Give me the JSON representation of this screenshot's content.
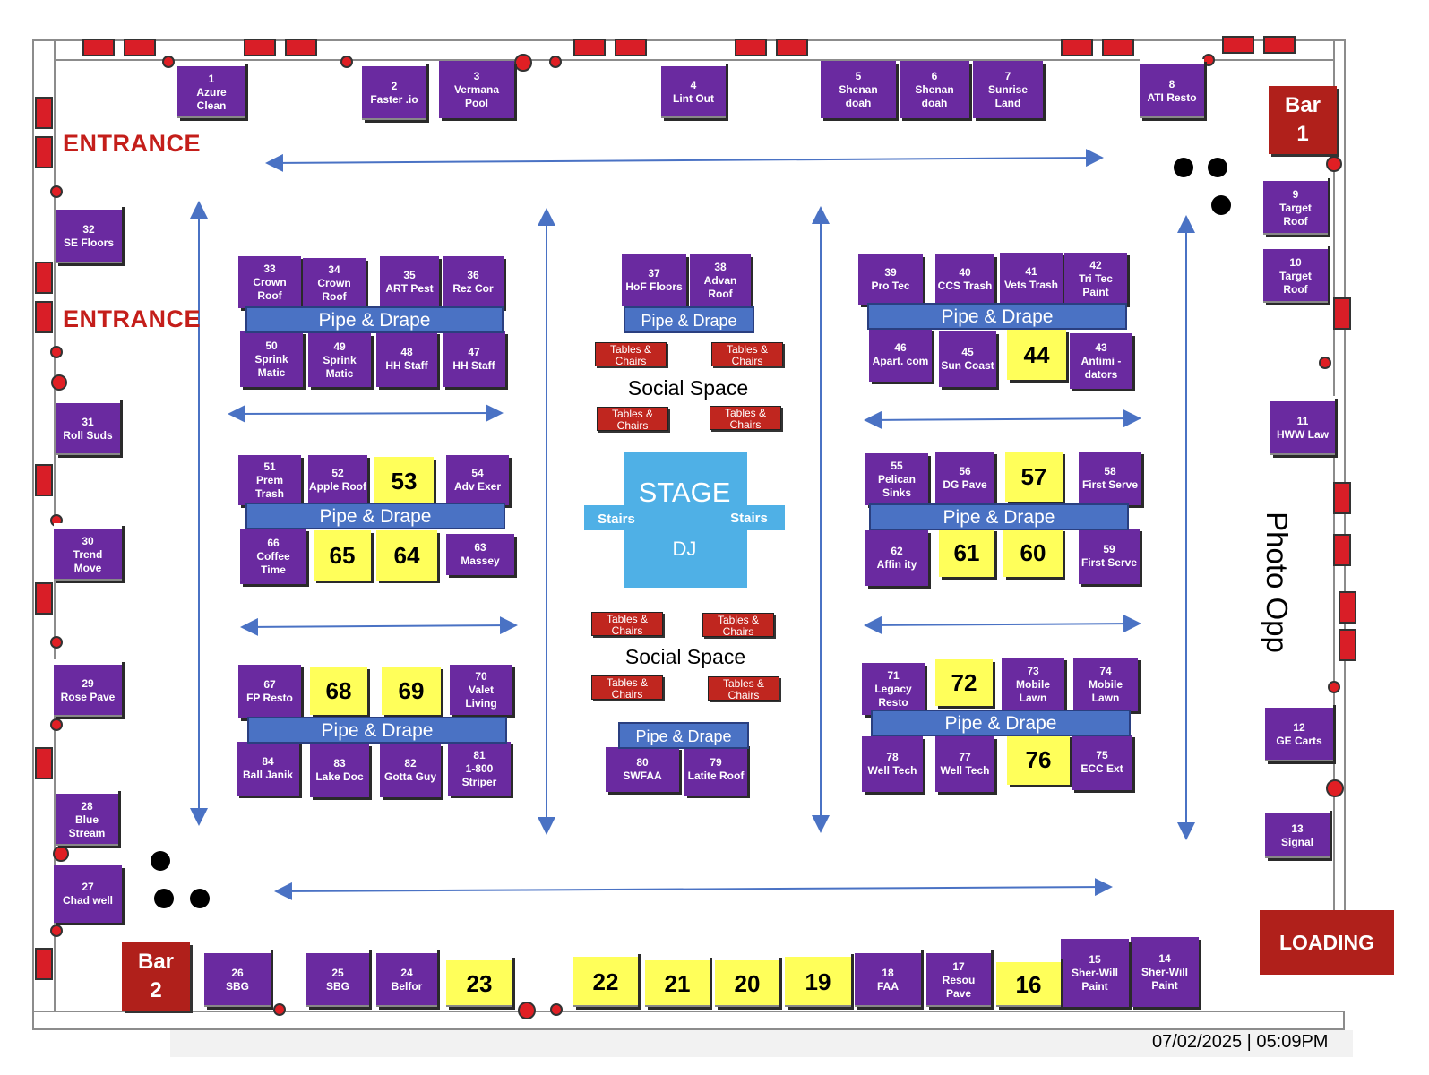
{
  "labels": {
    "entrance_1": "ENTRANCE",
    "entrance_2": "ENTRANCE",
    "bar1_line1": "Bar",
    "bar1_line2": "1",
    "bar2_line1": "Bar",
    "bar2_line2": "2",
    "loading": "LOADING",
    "photo_opp": "Photo Opp",
    "stage": "STAGE",
    "stairs_left": "Stairs",
    "stairs_right": "Stairs",
    "dj": "DJ",
    "social_space_1": "Social Space",
    "social_space_2": "Social Space",
    "tables_chairs": "Tables & Chairs",
    "pipe_drape": "Pipe & Drape",
    "timestamp": "07/02/2025 | 05:09PM"
  },
  "booths": {
    "b1": {
      "num": "1",
      "name": "Azure Clean"
    },
    "b2": {
      "num": "2",
      "name": "Faster .io"
    },
    "b3": {
      "num": "3",
      "name": "Vermana Pool"
    },
    "b4": {
      "num": "4",
      "name": "Lint Out"
    },
    "b5": {
      "num": "5",
      "name": "Shenan doah"
    },
    "b6": {
      "num": "6",
      "name": "Shenan doah"
    },
    "b7": {
      "num": "7",
      "name": "Sunrise Land"
    },
    "b8": {
      "num": "8",
      "name": "ATI Resto"
    },
    "b9": {
      "num": "9",
      "name": "Target Roof"
    },
    "b10": {
      "num": "10",
      "name": "Target Roof"
    },
    "b11": {
      "num": "11",
      "name": "HWW Law"
    },
    "b12": {
      "num": "12",
      "name": "GE Carts"
    },
    "b13": {
      "num": "13",
      "name": "Signal"
    },
    "b14": {
      "num": "14",
      "name": "Sher-Will Paint"
    },
    "b15": {
      "num": "15",
      "name": "Sher-Will Paint"
    },
    "b16": {
      "num": "16",
      "name": ""
    },
    "b17": {
      "num": "17",
      "name": "Resou Pave"
    },
    "b18": {
      "num": "18",
      "name": "FAA"
    },
    "b19": {
      "num": "19",
      "name": ""
    },
    "b20": {
      "num": "20",
      "name": ""
    },
    "b21": {
      "num": "21",
      "name": ""
    },
    "b22": {
      "num": "22",
      "name": ""
    },
    "b23": {
      "num": "23",
      "name": ""
    },
    "b24": {
      "num": "24",
      "name": "Belfor"
    },
    "b25": {
      "num": "25",
      "name": "SBG"
    },
    "b26": {
      "num": "26",
      "name": "SBG"
    },
    "b27": {
      "num": "27",
      "name": "Chad well"
    },
    "b28": {
      "num": "28",
      "name": "Blue Stream"
    },
    "b29": {
      "num": "29",
      "name": "Rose Pave"
    },
    "b30": {
      "num": "30",
      "name": "Trend Move"
    },
    "b31": {
      "num": "31",
      "name": "Roll Suds"
    },
    "b32": {
      "num": "32",
      "name": "SE Floors"
    },
    "b33": {
      "num": "33",
      "name": "Crown Roof"
    },
    "b34": {
      "num": "34",
      "name": "Crown Roof"
    },
    "b35": {
      "num": "35",
      "name": "ART Pest"
    },
    "b36": {
      "num": "36",
      "name": "Rez Cor"
    },
    "b37": {
      "num": "37",
      "name": "HoF Floors"
    },
    "b38": {
      "num": "38",
      "name": "Advan Roof"
    },
    "b39": {
      "num": "39",
      "name": "Pro Tec"
    },
    "b40": {
      "num": "40",
      "name": "CCS Trash"
    },
    "b41": {
      "num": "41",
      "name": "Vets Trash"
    },
    "b42": {
      "num": "42",
      "name": "Tri Tec Paint"
    },
    "b43": {
      "num": "43",
      "name": "Antimi -dators"
    },
    "b44": {
      "num": "44",
      "name": ""
    },
    "b45": {
      "num": "45",
      "name": "Sun Coast"
    },
    "b46": {
      "num": "46",
      "name": "Apart. com"
    },
    "b47": {
      "num": "47",
      "name": "HH Staff"
    },
    "b48": {
      "num": "48",
      "name": "HH Staff"
    },
    "b49": {
      "num": "49",
      "name": "Sprink Matic"
    },
    "b50": {
      "num": "50",
      "name": "Sprink Matic"
    },
    "b51": {
      "num": "51",
      "name": "Prem Trash"
    },
    "b52": {
      "num": "52",
      "name": "Apple Roof"
    },
    "b53": {
      "num": "53",
      "name": ""
    },
    "b54": {
      "num": "54",
      "name": "Adv Exer"
    },
    "b55": {
      "num": "55",
      "name": "Pelican Sinks"
    },
    "b56": {
      "num": "56",
      "name": "DG Pave"
    },
    "b57": {
      "num": "57",
      "name": ""
    },
    "b58": {
      "num": "58",
      "name": "First Serve"
    },
    "b59": {
      "num": "59",
      "name": "First Serve"
    },
    "b60": {
      "num": "60",
      "name": ""
    },
    "b61": {
      "num": "61",
      "name": ""
    },
    "b62": {
      "num": "62",
      "name": "Affin ity"
    },
    "b63": {
      "num": "63",
      "name": "Massey"
    },
    "b64": {
      "num": "64",
      "name": ""
    },
    "b65": {
      "num": "65",
      "name": ""
    },
    "b66": {
      "num": "66",
      "name": "Coffee Time"
    },
    "b67": {
      "num": "67",
      "name": "FP Resto"
    },
    "b68": {
      "num": "68",
      "name": ""
    },
    "b69": {
      "num": "69",
      "name": ""
    },
    "b70": {
      "num": "70",
      "name": "Valet Living"
    },
    "b71": {
      "num": "71",
      "name": "Legacy Resto"
    },
    "b72": {
      "num": "72",
      "name": ""
    },
    "b73": {
      "num": "73",
      "name": "Mobile Lawn"
    },
    "b74": {
      "num": "74",
      "name": "Mobile Lawn"
    },
    "b75": {
      "num": "75",
      "name": "ECC Ext"
    },
    "b76": {
      "num": "76",
      "name": ""
    },
    "b77": {
      "num": "77",
      "name": "Well Tech"
    },
    "b78": {
      "num": "78",
      "name": "Well Tech"
    },
    "b79": {
      "num": "79",
      "name": "Latite Roof"
    },
    "b80": {
      "num": "80",
      "name": "SWFAA"
    },
    "b81": {
      "num": "81",
      "name": "1-800 Striper"
    },
    "b82": {
      "num": "82",
      "name": "Gotta Guy"
    },
    "b83": {
      "num": "83",
      "name": "Lake Doc"
    },
    "b84": {
      "num": "84",
      "name": "Ball Janik"
    }
  },
  "colors": {
    "booth_purple": "#6a2aa0",
    "booth_yellow": "#ffff5a",
    "pipe_drape_blue": "#4a72c4",
    "stage_blue": "#4fb0e6",
    "bar_red": "#b0201b"
  }
}
